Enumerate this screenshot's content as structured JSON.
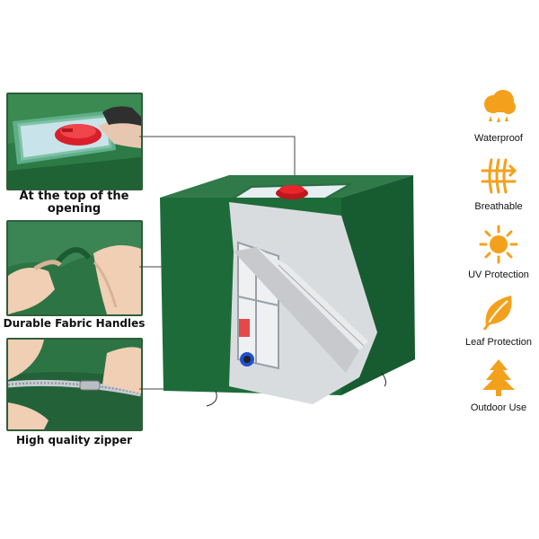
{
  "callouts": [
    {
      "id": "top",
      "caption_line1": "At the top of the",
      "caption_line2": "opening"
    },
    {
      "id": "handles",
      "caption": "Durable Fabric Handles"
    },
    {
      "id": "zipper",
      "caption": "High quality zipper"
    }
  ],
  "features": [
    {
      "label": "Waterproof",
      "icon": "rain-cloud-icon"
    },
    {
      "label": "Breathable",
      "icon": "airflow-icon"
    },
    {
      "label": "UV Protection",
      "icon": "sun-icon"
    },
    {
      "label": "Leaf Protection",
      "icon": "leaf-icon"
    },
    {
      "label": "Outdoor Use",
      "icon": "tree-icon"
    }
  ],
  "colors": {
    "cover_green": "#1e6b3a",
    "accent_orange": "#f3a11d",
    "cap_red": "#e8262c",
    "panel_border": "#2f5e3a"
  }
}
